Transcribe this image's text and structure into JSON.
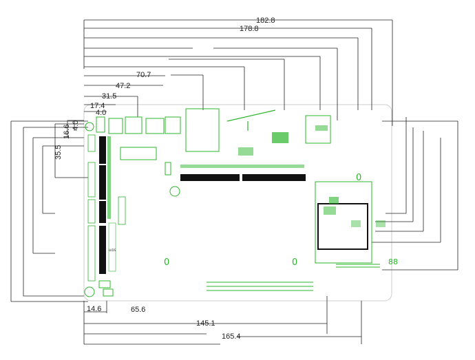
{
  "dimensions": {
    "top": [
      "182.8",
      "178.8",
      "70.7",
      "47.2",
      "31.5",
      "17.4",
      "4.0"
    ],
    "left_vertical": [
      "4.0",
      "16.6",
      "35.5"
    ],
    "bottom": [
      "14.6",
      "65.6",
      "145.1",
      "165.4"
    ],
    "right_side": [
      "88"
    ]
  },
  "silkscreen": {
    "headers": [
      "LVDS"
    ],
    "corner_zero_labels": [
      "0",
      "0",
      "0"
    ]
  },
  "colors": {
    "board_outline": "#cccccc",
    "dimension_line": "#222222",
    "component": "#2bb52b",
    "pin_block": "#111111"
  }
}
